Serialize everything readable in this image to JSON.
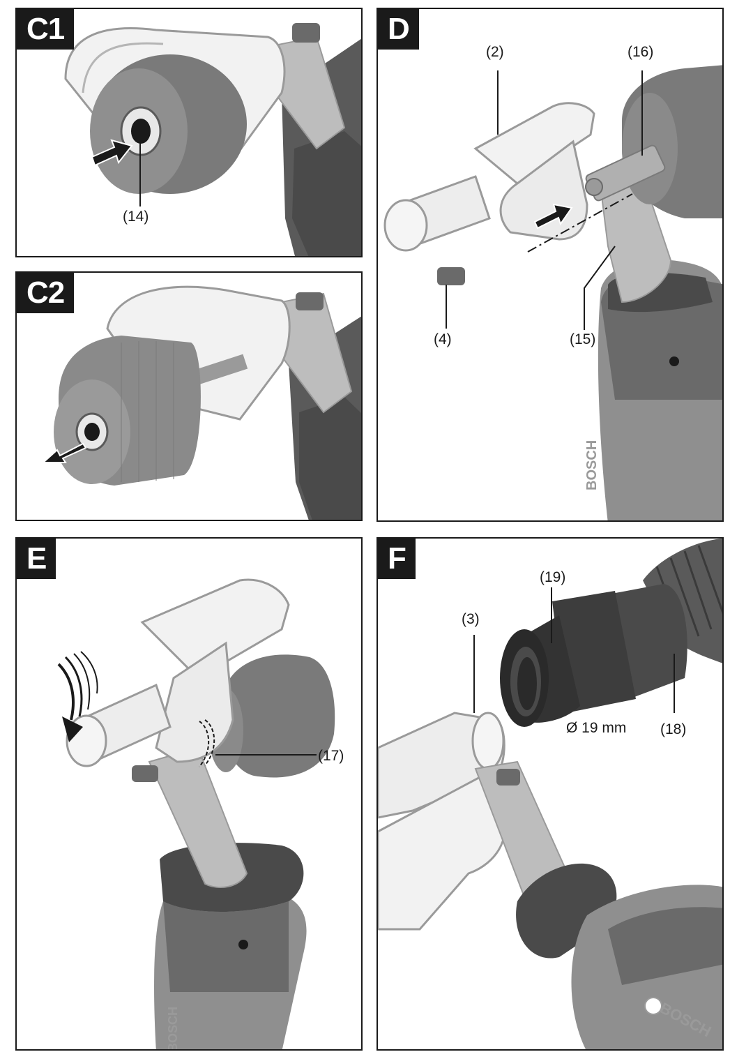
{
  "colors": {
    "ink": "#1a1a1a",
    "plastic_clear": "#f2f2f2",
    "plastic_edge": "#9a9a9a",
    "wheel": "#8a8a8a",
    "wheel_dark": "#5a5a5a",
    "grip_dark": "#4a4a4a",
    "housing": "#8f8f8f",
    "metal": "#b0b0b0"
  },
  "panels": {
    "c1": {
      "tag": "C1",
      "labels": {
        "l14": "(14)"
      }
    },
    "c2": {
      "tag": "C2"
    },
    "d": {
      "tag": "D",
      "labels": {
        "l2": "(2)",
        "l16": "(16)",
        "l4": "(4)",
        "l15": "(15)"
      },
      "brand": "BOSCH"
    },
    "e": {
      "tag": "E",
      "labels": {
        "l17": "(17)"
      },
      "brand": "BOSCH"
    },
    "f": {
      "tag": "F",
      "labels": {
        "l19": "(19)",
        "l3": "(3)",
        "l18": "(18)"
      },
      "dimension": "Ø 19 mm",
      "brand": "BOSCH"
    }
  },
  "icons": {
    "push_arrow": "push-arrow-icon",
    "pull_arrow": "pull-arrow-icon",
    "rotate_arrow": "rotate-arrow-icon",
    "bosch_logo": "bosch-logo-icon"
  }
}
